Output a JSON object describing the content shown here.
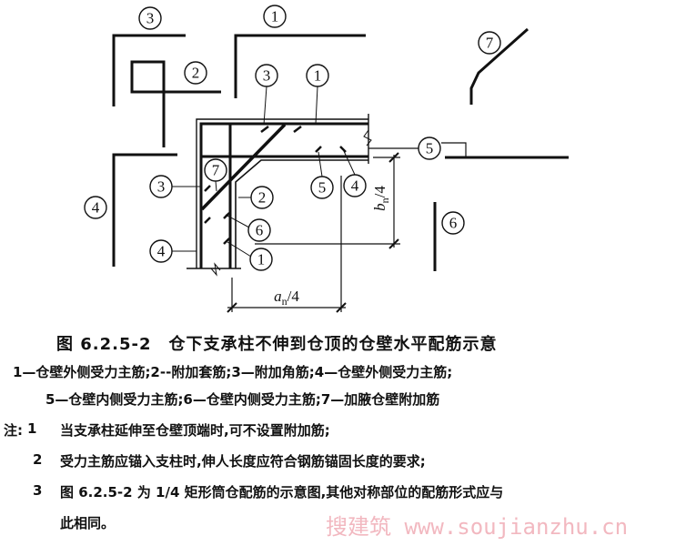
{
  "diagram": {
    "labels": {
      "piece3": "3",
      "piece2": "2",
      "piece1": "1",
      "piece4": "4",
      "piece7": "7",
      "piece5": "5",
      "piece6": "6",
      "m_top3": "3",
      "m_top1": "1",
      "m_7": "7",
      "m_left3": "3",
      "m_2": "2",
      "m_5": "5",
      "m_4": "4",
      "m_6": "6",
      "m_1": "1",
      "m_left4": "4"
    },
    "dim_a": {
      "base": "a",
      "sub": "n",
      "rest": "/4"
    },
    "dim_b": {
      "base": "b",
      "sub": "n",
      "rest": "/4"
    }
  },
  "caption": "图 6.2.5-2　仓下支承柱不伸到仓顶的仓壁水平配筋示意",
  "legend": [
    "1—仓壁外侧受力主筋;2--附加套筋;3—附加角筋;4—仓壁外侧受力主筋;",
    "5—仓壁内侧受力主筋;6—仓壁内侧受力主筋;7—加腋仓壁附加筋"
  ],
  "notes": {
    "prefix": "注:",
    "items": [
      {
        "num": "1",
        "text": "当支承柱延伸至仓壁顶端时,可不设置附加筋;"
      },
      {
        "num": "2",
        "text": "受力主筋应锚入支柱时,伸人长度应符合钢筋锚固长度的要求;"
      },
      {
        "num": "3",
        "text": "图 6.2.5-2 为 1/4 矩形筒仓配筋的示意图,其他对称部位的配筋形式应与"
      }
    ],
    "continuation": "此相同。"
  },
  "watermark": "搜建筑 www.soujianzhu.cn"
}
